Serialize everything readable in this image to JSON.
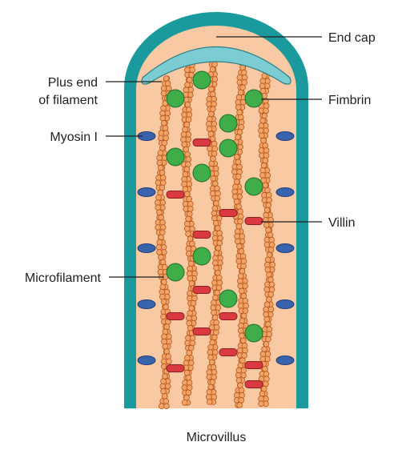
{
  "labels": {
    "end_cap": "End cap",
    "plus_end_line1": "Plus end",
    "plus_end_line2": "of filament",
    "fimbrin": "Fimbrin",
    "myosin": "Myosin I",
    "villin": "Villin",
    "microfilament": "Microfilament",
    "caption": "Microvillus"
  },
  "colors": {
    "membrane": "#1a9a9c",
    "cytoplasm": "#f9c9a3",
    "end_cap_fill": "#7ccdd3",
    "actin_bead": "#f2a467",
    "actin_outline": "#b5541a",
    "fimbrin": "#3fae49",
    "villin": "#d9393f",
    "myosin": "#3a63ad"
  }
}
